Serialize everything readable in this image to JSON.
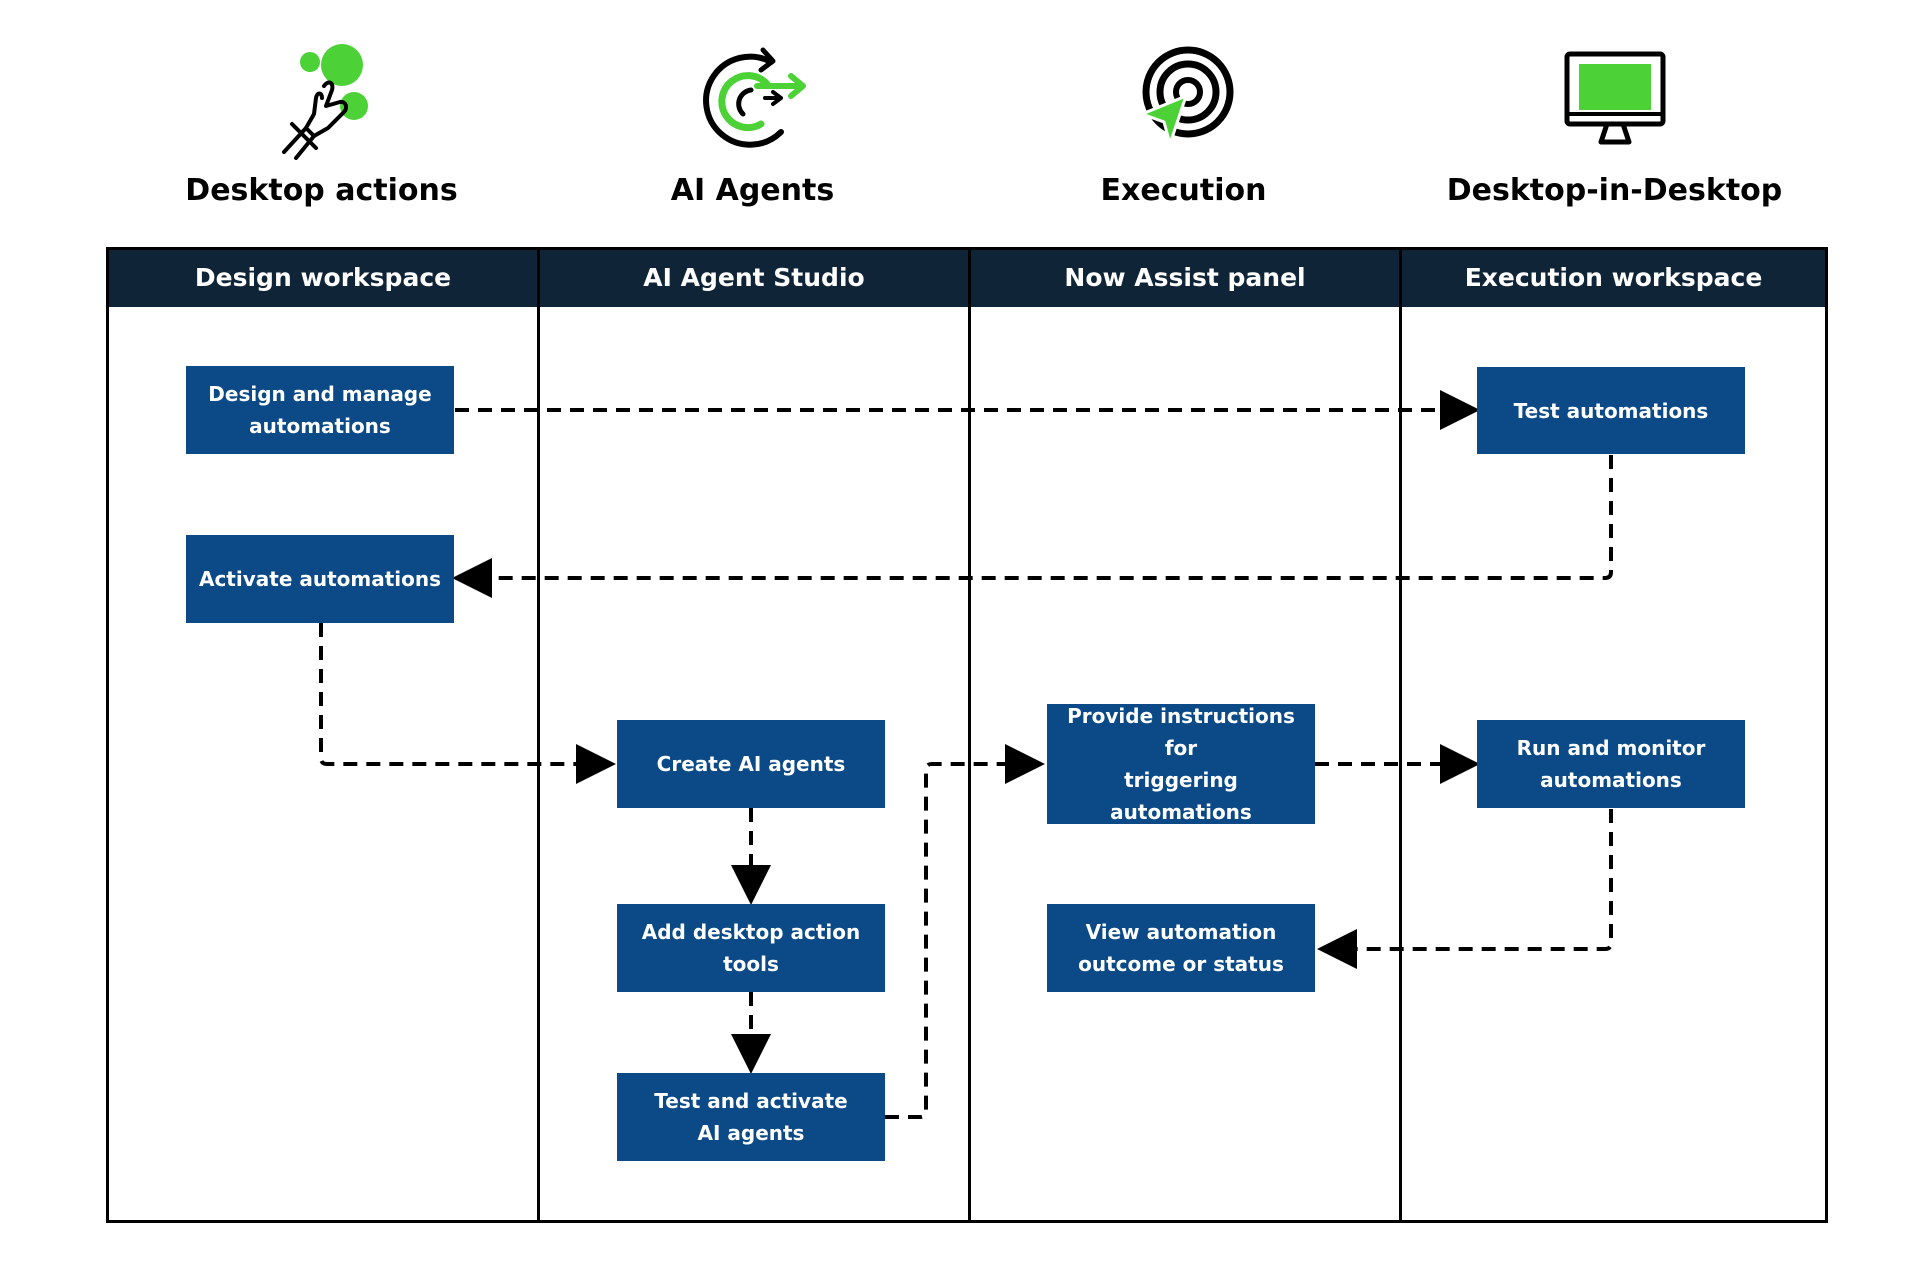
{
  "categories": [
    {
      "label": "Desktop actions",
      "icon": "pointing-hand-icon"
    },
    {
      "label": "AI Agents",
      "icon": "circular-arrows-icon"
    },
    {
      "label": "Execution",
      "icon": "target-cursor-icon"
    },
    {
      "label": "Desktop-in-Desktop",
      "icon": "monitor-icon"
    }
  ],
  "columns": [
    "Design workspace",
    "AI Agent Studio",
    "Now Assist panel",
    "Execution workspace"
  ],
  "boxes": {
    "design_manage": "Design and manage\nautomations",
    "activate": "Activate automations",
    "create_agents": "Create AI agents",
    "add_tools": "Add desktop action\ntools",
    "test_activate": "Test  and activate\nAI agents",
    "provide_instructions": "Provide instructions for\ntriggering automations",
    "view_outcome": "View automation\noutcome or status",
    "test_automations": "Test automations",
    "run_monitor": "Run and monitor\nautomations"
  },
  "colors": {
    "accent_green": "#4cd137",
    "header_navy": "#0f2537",
    "box_blue": "#0b4a87",
    "line": "#000000"
  }
}
